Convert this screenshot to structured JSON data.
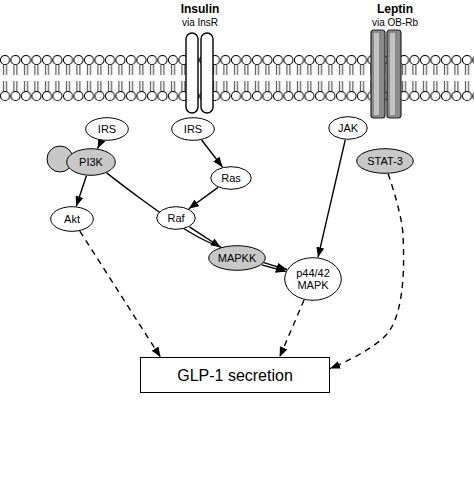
{
  "diagram": {
    "nodes": [
      {
        "text": [
          "IRS"
        ]
      },
      {
        "text": [
          "IRS"
        ]
      },
      {
        "text": [
          "JAK"
        ]
      },
      {
        "text": [
          "STAT-3"
        ]
      },
      {
        "text": [
          "PI3K"
        ]
      },
      {
        "text": [
          "Ras"
        ]
      },
      {
        "text": [
          "Raf"
        ]
      },
      {
        "text": [
          "Akt"
        ]
      },
      {
        "text": [
          "MAPKK"
        ]
      },
      {
        "text": [
          "p44/42 MAPK"
        ]
      },
      {
        "text": [
          "GLP-1 secretion"
        ]
      }
    ],
    "edges": [
      {
        "from": 0,
        "to": 4,
        "arrow": "to"
      },
      {
        "from": 1,
        "to": 5,
        "arrow": "to"
      },
      {
        "from": 5,
        "to": 6,
        "arrow": "to"
      },
      {
        "from": 6,
        "to": 8,
        "arrow": "to"
      },
      {
        "from": 8,
        "to": 9,
        "arrow": "to"
      },
      {
        "from": 4,
        "to": 7,
        "arrow": "to"
      },
      {
        "from": 4,
        "to": 9,
        "arrow": "to"
      },
      {
        "from": 2,
        "to": 9,
        "arrow": "to"
      },
      {
        "from": 7,
        "to": 10,
        "arrow": "to"
      },
      {
        "from": 9,
        "to": 10,
        "arrow": "to"
      },
      {
        "from": 3,
        "to": 10,
        "arrow": "to"
      }
    ],
    "labels": [
      "Insulin",
      "via InsR",
      "Leptin",
      "via OB-Rb"
    ]
  }
}
